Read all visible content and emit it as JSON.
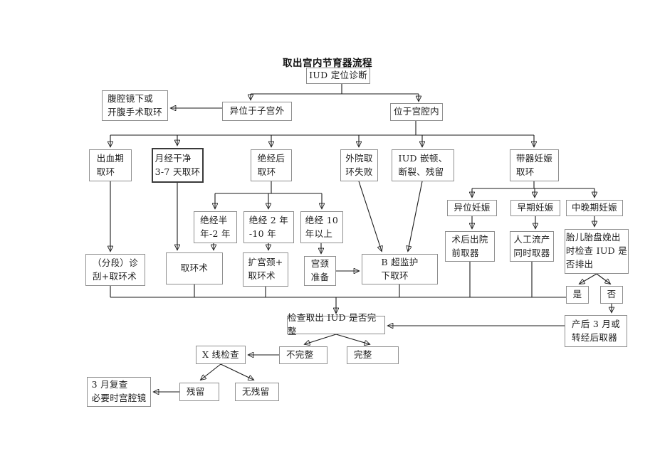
{
  "flowchart": {
    "title": "取出宫内节育器流程",
    "colors": {
      "background": "#ffffff",
      "box_border": "#8f8f8f",
      "bold_box_border": "#3a3a3a",
      "line": "#1a1a1a",
      "text": "#1c1c1c"
    },
    "nodes": {
      "iud_location_diagnosis": {
        "label": "IUD 定位诊断"
      },
      "ectopic_outside_uterus": {
        "label": "异位于子宫外"
      },
      "in_uterine_cavity": {
        "label": "位于宫腔内"
      },
      "laparoscopy_removal": {
        "label": "腹腔镜下或\n开腹手术取环"
      },
      "bleeding_period_removal": {
        "label": "出血期\n取环"
      },
      "menses_clean_removal": {
        "label": "月经干净\n3-7 天取环"
      },
      "postmenopause_removal": {
        "label": "绝经后\n取环"
      },
      "external_hospital_failure": {
        "label": "外院取\n环失败"
      },
      "iud_incarceration": {
        "label": "IUD 嵌顿、\n断裂、残留"
      },
      "pregnancy_with_iud_removal": {
        "label": "带器妊娠\n取环"
      },
      "menopause_6m_2y": {
        "label": "绝经半\n年-2 年"
      },
      "menopause_2y_10y": {
        "label": "绝经 2 年\n-10 年"
      },
      "menopause_10y_plus": {
        "label": "绝经 10\n年以上"
      },
      "ectopic_pregnancy": {
        "label": "异位妊娠"
      },
      "early_pregnancy": {
        "label": "早期妊娠"
      },
      "mid_late_pregnancy": {
        "label": "中晚期妊娠"
      },
      "segmental_curettage_removal": {
        "label": "（分段）诊\n刮+取环术"
      },
      "removal_operation": {
        "label": "取环术"
      },
      "cervical_dilation_removal": {
        "label": "扩宫颈+\n取环术"
      },
      "cervical_preparation": {
        "label": "宫颈\n准备"
      },
      "ultrasound_guided_removal": {
        "label": "B 超监护\n下取环"
      },
      "postop_discharge_removal": {
        "label": "术后出院\n前取器"
      },
      "abortion_same_time_removal": {
        "label": "人工流产\n同时取器"
      },
      "check_iud_expelled_at_delivery": {
        "label": "胎儿胎盘娩出\n时检查 IUD 是\n否排出"
      },
      "yes_expelled": {
        "label": "是"
      },
      "no_not_expelled": {
        "label": "否"
      },
      "postpartum_3m_removal": {
        "label": "产后 3 月或\n转经后取器"
      },
      "check_iud_complete": {
        "label": "检查取出 IUD 是否完整"
      },
      "incomplete": {
        "label": "不完整"
      },
      "complete": {
        "label": "完整"
      },
      "xray_exam": {
        "label": "X 线检查"
      },
      "residual": {
        "label": "残留"
      },
      "no_residual": {
        "label": "无残留"
      },
      "followup_3m": {
        "label": "3 月复查\n必要时宫腔镜"
      }
    }
  }
}
